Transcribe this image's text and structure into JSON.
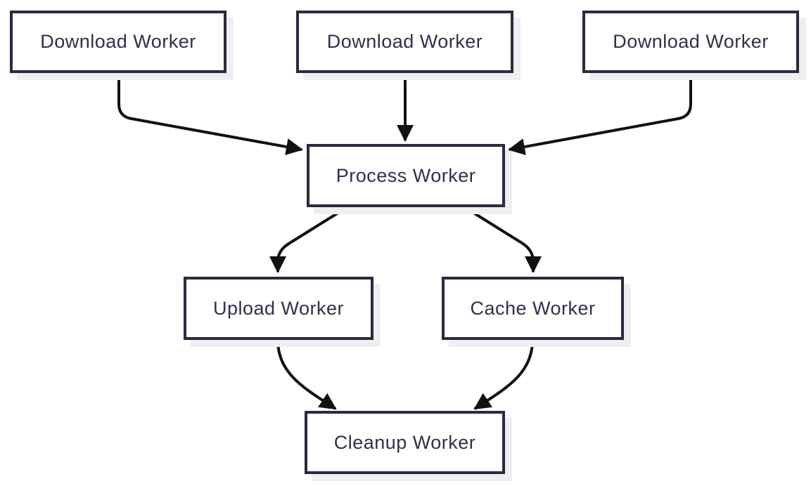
{
  "diagram": {
    "type": "flowchart",
    "direction": "top-down",
    "background": "#ffffff",
    "colors": {
      "node_fill": "#ffffff",
      "node_border": "#2a2a40",
      "node_text": "#30304e",
      "node_shadow": "#efeff1",
      "edge": "#111111"
    },
    "nodes": [
      {
        "id": "download-worker-1",
        "label": "Download Worker"
      },
      {
        "id": "download-worker-2",
        "label": "Download Worker"
      },
      {
        "id": "download-worker-3",
        "label": "Download Worker"
      },
      {
        "id": "process-worker",
        "label": "Process Worker"
      },
      {
        "id": "upload-worker",
        "label": "Upload Worker"
      },
      {
        "id": "cache-worker",
        "label": "Cache Worker"
      },
      {
        "id": "cleanup-worker",
        "label": "Cleanup Worker"
      }
    ],
    "edges": [
      {
        "from": "download-worker-1",
        "to": "process-worker"
      },
      {
        "from": "download-worker-2",
        "to": "process-worker"
      },
      {
        "from": "download-worker-3",
        "to": "process-worker"
      },
      {
        "from": "process-worker",
        "to": "upload-worker"
      },
      {
        "from": "process-worker",
        "to": "cache-worker"
      },
      {
        "from": "upload-worker",
        "to": "cleanup-worker"
      },
      {
        "from": "cache-worker",
        "to": "cleanup-worker"
      }
    ]
  }
}
